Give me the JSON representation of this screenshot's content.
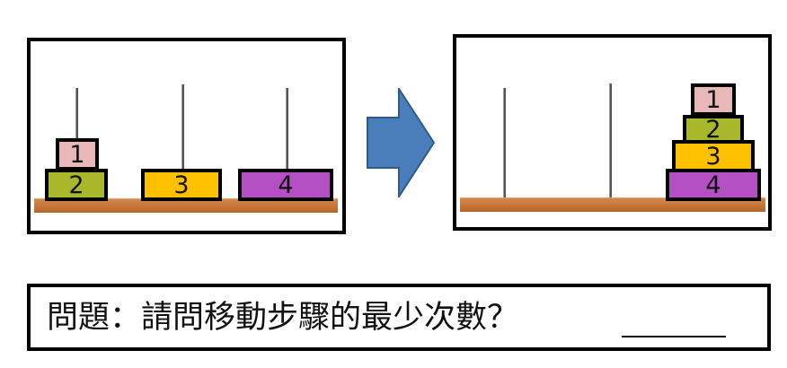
{
  "left_panel": {
    "disks": [
      {
        "label": "1",
        "color": "#e8b8b8"
      },
      {
        "label": "2",
        "color": "#a8b82a"
      },
      {
        "label": "3",
        "color": "#ffc000"
      },
      {
        "label": "4",
        "color": "#b44fc4"
      }
    ]
  },
  "right_panel": {
    "disks": [
      {
        "label": "1",
        "color": "#e8b8b8"
      },
      {
        "label": "2",
        "color": "#a8b82a"
      },
      {
        "label": "3",
        "color": "#ffc000"
      },
      {
        "label": "4",
        "color": "#b44fc4"
      }
    ]
  },
  "arrow": {
    "color": "#4a7ebb",
    "icon": "right-arrow-icon"
  },
  "question": {
    "text": "問題：請問移動步驟的最少次數？"
  },
  "colors": {
    "base_wood": "#c47839",
    "rod": "#555555"
  }
}
